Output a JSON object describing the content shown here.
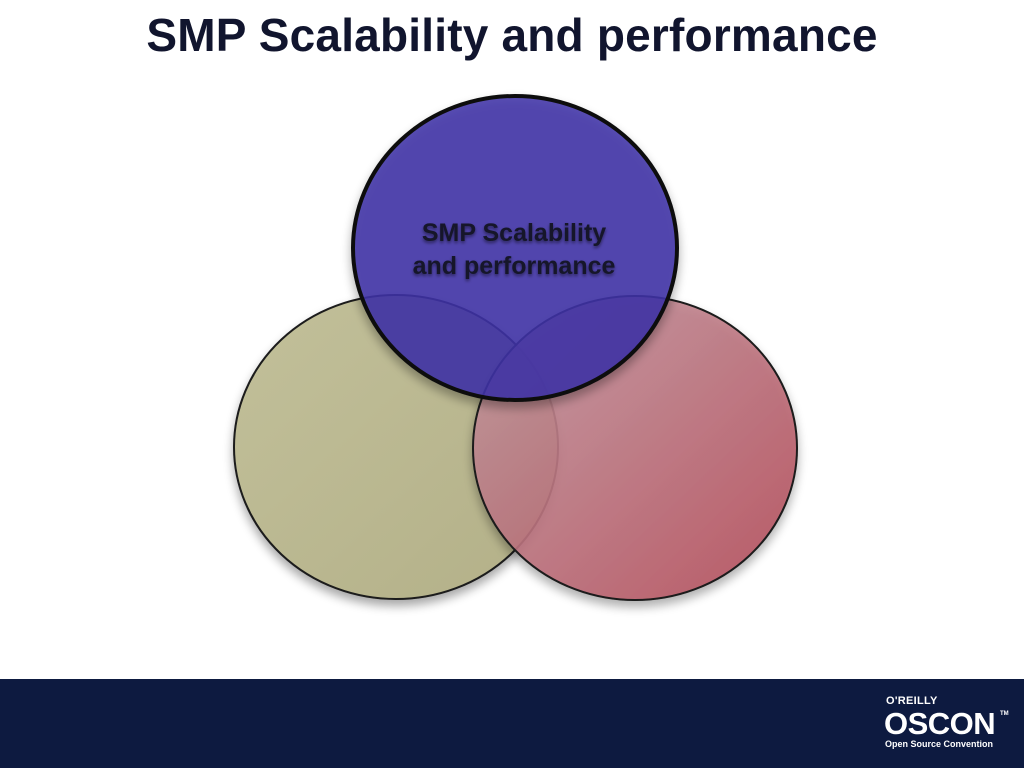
{
  "slide": {
    "title": "SMP Scalability and performance"
  },
  "venn": {
    "top_circle": {
      "label_line1": "SMP Scalability",
      "label_line2": "and performance",
      "color": "#4a3fa5"
    },
    "left_circle": {
      "label": "",
      "color": "#bcb98c"
    },
    "right_circle": {
      "label": "",
      "color": "#b8505e"
    }
  },
  "footer": {
    "background": "#0d1a40",
    "logo": {
      "publisher": "O'REILLY",
      "name": "OSCON",
      "trademark": "TM",
      "tagline": "Open Source Convention"
    }
  }
}
